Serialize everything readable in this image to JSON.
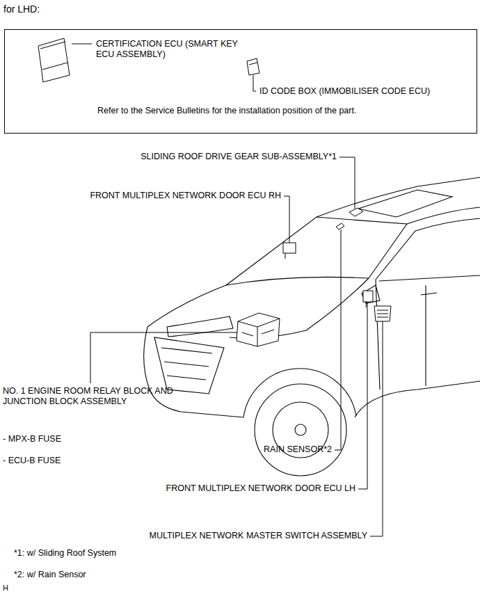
{
  "diagram": {
    "title": "for LHD:",
    "nodes": [
      {
        "text": [
          "CERTIFICATION ECU (SMART KEY ECU ASSEMBLY)",
          "ID CODE BOX (IMMOBILISER CODE ECU)",
          "Refer to the Service Bulletins for the installation position of the part."
        ]
      }
    ],
    "labels": [
      "SLIDING ROOF DRIVE GEAR SUB-ASSEMBLY*1",
      "FRONT MULTIPLEX NETWORK DOOR ECU RH",
      "NO. 1 ENGINE ROOM RELAY BLOCK AND JUNCTION BLOCK ASSEMBLY",
      "- MPX-B FUSE",
      "- ECU-B FUSE",
      "RAIN SENSOR*2",
      "FRONT MULTIPLEX NETWORK DOOR ECU LH",
      "MULTIPLEX NETWORK MASTER SWITCH ASSEMBLY",
      "*1: w/ Sliding Roof System",
      "*2: w/ Rain Sensor",
      "H"
    ]
  }
}
